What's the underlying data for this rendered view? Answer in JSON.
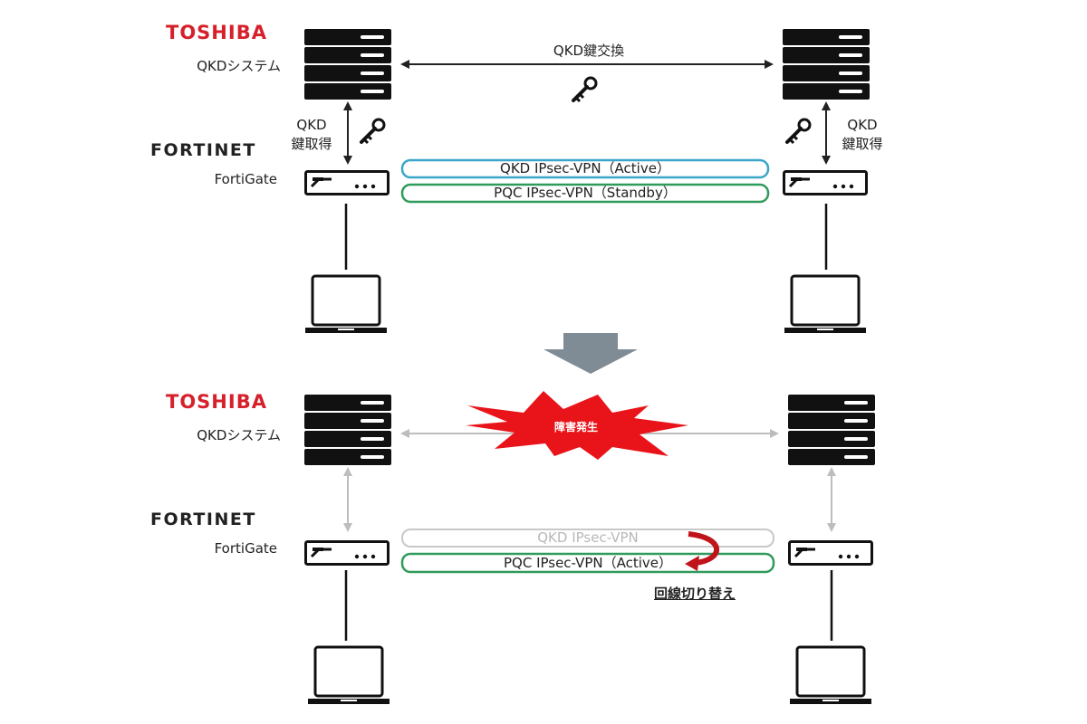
{
  "top": {
    "toshiba_logo": "TOSHIBA",
    "qkd_system_label": "QKDシステム",
    "fortinet_logo": "FORTINET",
    "fortigate_label": "FortiGate",
    "key_exchange_label": "QKD鍵交換",
    "key_acquire_left": [
      "QKD",
      "鍵取得"
    ],
    "key_acquire_right": [
      "QKD",
      "鍵取得"
    ],
    "tunnel_active": "QKD IPsec-VPN（Active）",
    "tunnel_standby": "PQC IPsec-VPN（Standby）"
  },
  "bottom": {
    "toshiba_logo": "TOSHIBA",
    "qkd_system_label": "QKDシステム",
    "fortinet_logo": "FORTINET",
    "fortigate_label": "FortiGate",
    "failure_label": "障害発生",
    "tunnel_down": "QKD IPsec-VPN",
    "tunnel_active": "PQC IPsec-VPN（Active）",
    "switchover_label": "回線切り替え"
  },
  "colors": {
    "toshiba_red": "#d6202b",
    "qkd_tunnel": "#3aa6c8",
    "pqc_tunnel": "#2f9a5a",
    "down_arrow": "#7f8b95",
    "failure_burst": "#e8141a",
    "switch_arrow": "#c0141b",
    "inactive_gray": "#bdbdbd"
  },
  "icons": [
    "server-icon",
    "firewall-icon",
    "laptop-icon",
    "key-icon",
    "down-arrow-icon",
    "failure-burst-icon",
    "curved-arrow-icon"
  ]
}
